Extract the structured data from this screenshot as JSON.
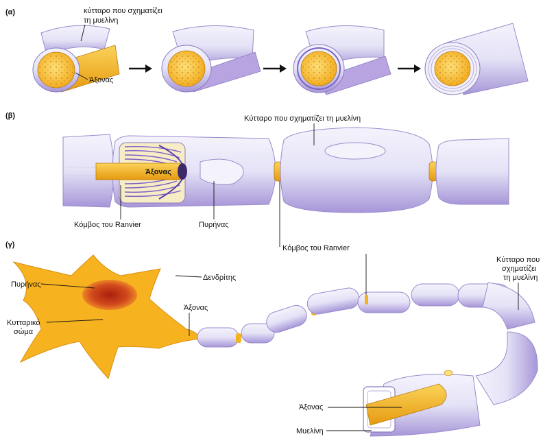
{
  "panels": {
    "a": {
      "tag": "(α)",
      "label_myelin_cell_line1": "κύτταρο που σχηματίζει",
      "label_myelin_cell_line2": "τη μυελίνη",
      "label_axon": "Άξονας"
    },
    "b": {
      "tag": "(β)",
      "label_myelin_cell": "Κύτταρο που σχηματίζει τη μυελίνη",
      "label_axon": "Άξονας",
      "label_node_left": "Κόμβος του Ranvier",
      "label_nucleus": "Πυρήνας",
      "label_node_right": "Κόμβος του Ranvier"
    },
    "c": {
      "tag": "(γ)",
      "label_nucleus": "Πυρήνας",
      "label_dendrite": "Δενδρίτης",
      "label_cell_body_line1": "Κυτταρικό",
      "label_cell_body_line2": "σώμα",
      "label_axon": "Άξονας",
      "label_myelin_cell_line1": "Κύτταρο που",
      "label_myelin_cell_line2": "σχηματίζει",
      "label_myelin_cell_line3": "τη μυελίνη",
      "label_axon_cut": "Άξονας",
      "label_myelin": "Μυελίνη"
    }
  },
  "colors": {
    "myelin": "#e4e2f6",
    "myelin_shadow": "#a796d8",
    "axon": "#f4b21c",
    "axon_light": "#fbd35a",
    "neuron_body": "#f7b21f",
    "neuron_nucleus": "#c8351a"
  }
}
